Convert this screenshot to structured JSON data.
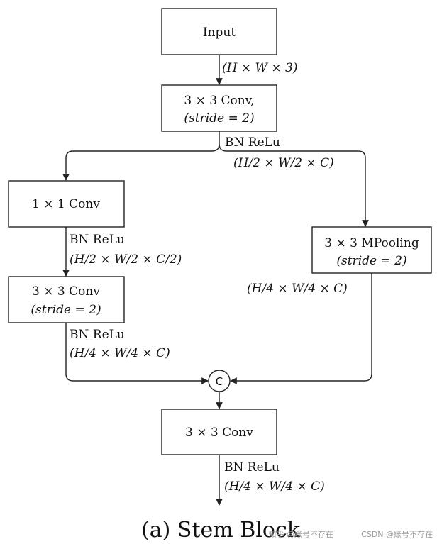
{
  "nodes": {
    "input": "Input",
    "conv3x3_s2_line1": "3 × 3 Conv,",
    "conv3x3_s2_line2": "(stride = 2)",
    "conv1x1": "1 × 1 Conv",
    "conv3x3_b_line1": "3 × 3 Conv",
    "conv3x3_b_line2": "(stride = 2)",
    "mpool_line1": "3 × 3 MPooling",
    "mpool_line2": "(stride = 2)",
    "concat": "C",
    "conv3x3_final": "3 × 3 Conv"
  },
  "edge_labels": {
    "input_shape": "(H × W × 3)",
    "after_conv1_bn": "BN  ReLu",
    "after_conv1_shape": "(H/2 × W/2 × C)",
    "after_1x1_bn": "BN  ReLu",
    "after_1x1_shape": "(H/2 × W/2 × C/2)",
    "after_conv_b_bn": "BN  ReLu",
    "after_conv_b_shape": "(H/4 × W/4 × C)",
    "after_pool_shape": "(H/4 × W/4 × C)",
    "output_bn": "BN  ReLu",
    "output_shape": "(H/4 × W/4 × C)"
  },
  "caption": "(a) Stem Block",
  "watermark": "知乎 @账号不存在",
  "watermark_csdn": "CSDN @账号不存在"
}
